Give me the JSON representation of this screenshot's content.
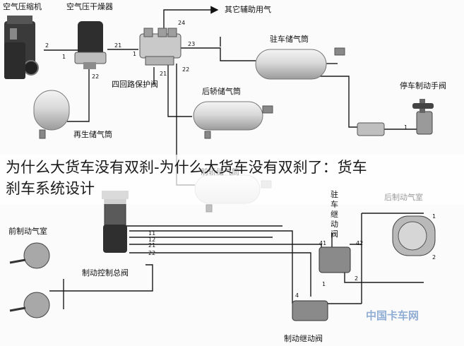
{
  "overlay": {
    "line1": "为什么大货车没有双刹-为什么大货车没有双刹了：货车",
    "line2": "刹车系统设计"
  },
  "labels": {
    "compressor": "空气压缩机",
    "dryer": "空气压干燥器",
    "other_air": "其它辅助用气",
    "parking_tank": "驻车储气筒",
    "four_way": "四回路保护阀",
    "regen_tank": "再生储气筒",
    "rear_tank": "后轿储气筒",
    "front_tank": "前轿储气筒",
    "parking_hand_valve": "停车制动手阀",
    "front_chamber": "前制动气室",
    "rear_chamber": "后制动气室",
    "brake_valve": "制动控制总阀",
    "relay_park_1": "驻",
    "relay_park_2": "车",
    "relay_park_3": "继",
    "relay_park_4": "动",
    "relay_park_5": "阀",
    "relay_valve": "制动继动阀"
  },
  "ports": {
    "p2": "2",
    "p1a": "1",
    "p21a": "21",
    "p1b": "1",
    "p22a": "22",
    "p24": "24",
    "p23": "23",
    "p21b": "21",
    "p22b": "22",
    "p1c": "1",
    "p11a": "11",
    "p21c": "21",
    "p22c": "22",
    "p12": "12",
    "p41": "41",
    "p42": "42",
    "p1d": "1",
    "p2b": "2",
    "p4": "4",
    "p1e": "1",
    "p2c": "2"
  },
  "watermark": "中国卡车网",
  "colors": {
    "line": "#1a1a1a",
    "tank": "#dcdcdc",
    "overlay_bg": "#ffffff"
  }
}
